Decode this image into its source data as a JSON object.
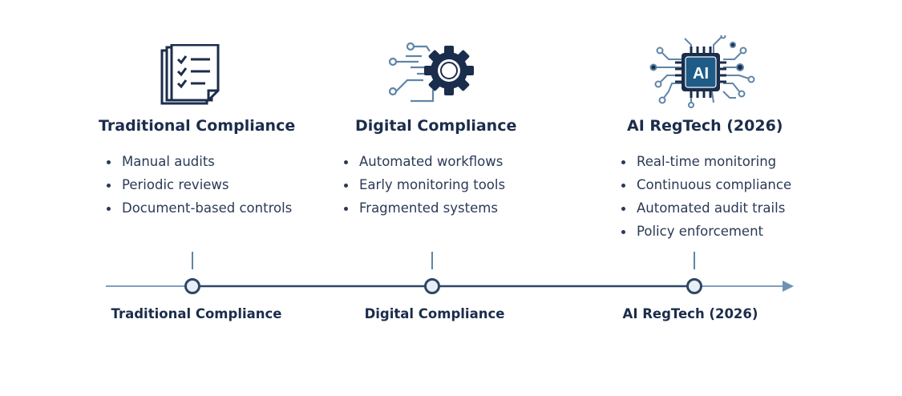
{
  "stages": [
    {
      "title": "Traditional Compliance",
      "items": [
        "Manual audits",
        "Periodic reviews",
        "Document-based controls"
      ],
      "axis_label": "Traditional Compliance",
      "icon": "checklist-document-icon"
    },
    {
      "title": "Digital Compliance",
      "items": [
        "Automated workflows",
        "Early monitoring tools",
        "Fragmented systems"
      ],
      "axis_label": "Digital Compliance",
      "icon": "gear-circuit-icon"
    },
    {
      "title": "AI RegTech (2026)",
      "items": [
        "Real-time monitoring",
        "Continuous compliance",
        "Automated audit trails",
        "Policy enforcement"
      ],
      "axis_label": "AI RegTech (2026)",
      "icon": "ai-chip-icon",
      "chip_text": "AI"
    }
  ],
  "colors": {
    "navy": "#1b2d4c",
    "steel_blue": "#5f85a8",
    "chip_fill": "#1e5b86",
    "axis": "#6f93b3"
  }
}
